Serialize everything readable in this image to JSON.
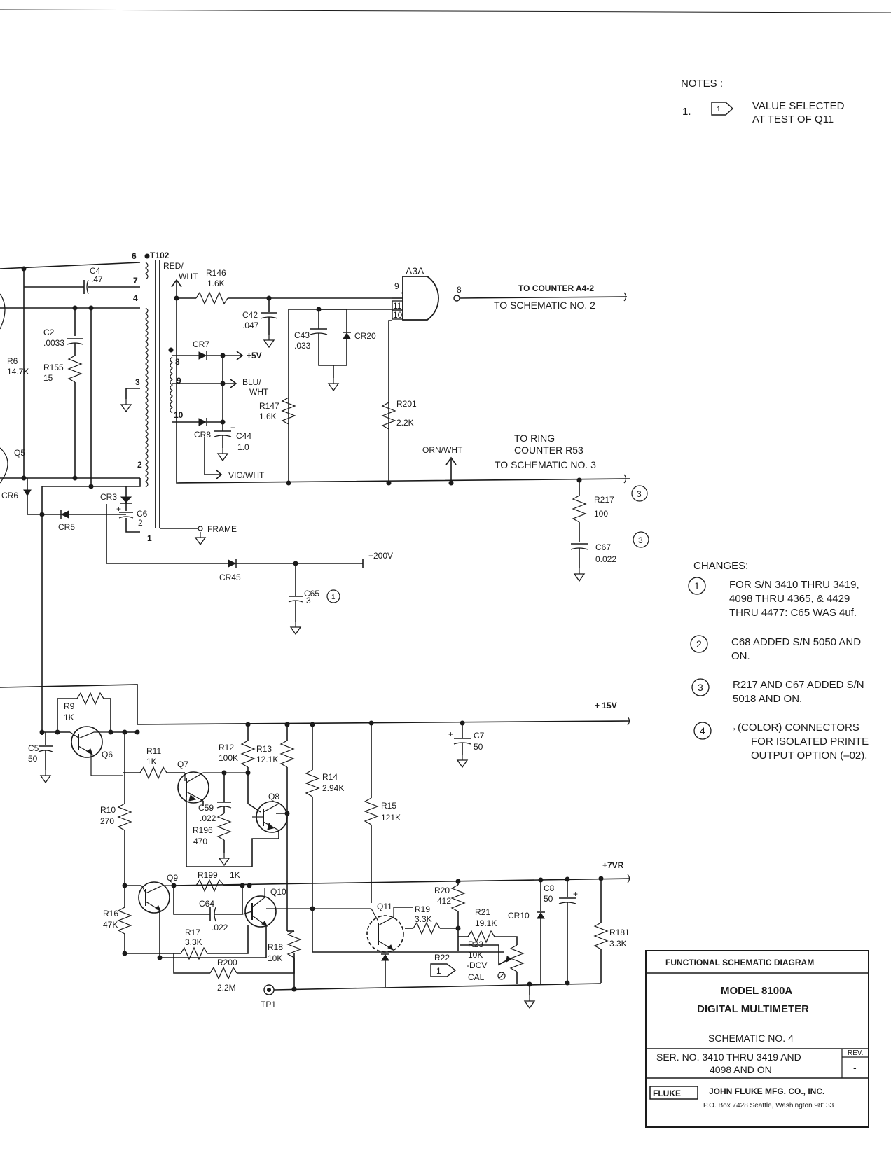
{
  "notes": {
    "heading": "NOTES :",
    "items": [
      {
        "number": "1.",
        "marker": "1",
        "text_line1": "VALUE SELECTED",
        "text_line2": "AT TEST OF Q11"
      }
    ]
  },
  "changes": {
    "heading": "CHANGES:",
    "items": [
      {
        "marker": "1",
        "lines": [
          "FOR S/N 3410 THRU 3419,",
          "4098 THRU 4365, & 4429",
          "THRU 4477:  C65 WAS 4uf."
        ]
      },
      {
        "marker": "2",
        "lines": [
          "C68 ADDED S/N 5050 AND",
          "ON."
        ]
      },
      {
        "marker": "3",
        "lines": [
          "R217 AND C67 ADDED S/N",
          "5018 AND ON."
        ]
      },
      {
        "marker": "4",
        "lines": [
          "→(COLOR) CONNECTORS",
          "FOR ISOLATED PRINTE",
          "OUTPUT OPTION (–02)."
        ]
      }
    ]
  },
  "title_block": {
    "header": "FUNCTIONAL SCHEMATIC DIAGRAM",
    "model": "MODEL 8100A",
    "product": "DIGITAL MULTIMETER",
    "schematic_no": "SCHEMATIC NO. 4",
    "serial_line1": "SER. NO. 3410 THRU 3419 AND",
    "serial_line2": "4098 AND ON",
    "rev_label": "REV.",
    "rev_value": "-",
    "logo": "FLUKE",
    "company": "JOHN FLUKE MFG. CO., INC.",
    "address": "P.O. Box 7428      Seattle, Washington 98133"
  },
  "connections": {
    "counter_line1": "TO COUNTER A4-2",
    "counter_line2": "TO SCHEMATIC NO. 2",
    "ring_line1": "TO RING",
    "ring_line2": "COUNTER R53",
    "ring_line3": "TO SCHEMATIC NO. 3",
    "plus5": "+5V",
    "plus200": "+200V",
    "plus15": "+ 15V",
    "plus7vr": "+7VR",
    "red_wht": "RED/",
    "red_wht2": "WHT",
    "blu_wht": "BLU/",
    "blu_wht2": "WHT",
    "vio_wht": "VIO/WHT",
    "orn_wht": "ORN/WHT",
    "frame": "FRAME",
    "tp1": "TP1"
  },
  "components": {
    "T102": "T102",
    "A3A": "A3A",
    "R146": "R146",
    "R146v": "1.6K",
    "C4": "C4",
    "C4v": ".47",
    "C42": "C42",
    "C42v": ".047",
    "C43": "C43",
    "C43v": ".033",
    "CR20": "CR20",
    "CR7": "CR7",
    "CR8": "CR8",
    "C44": "C44",
    "C44v": "1.0",
    "R147": "R147",
    "R147v": "1.6K",
    "R201": "R201",
    "R201v": "2.2K",
    "R217": "R217",
    "R217v": "100",
    "C67": "C67",
    "C67v": "0.022",
    "C2": "C2",
    "C2v": ".0033",
    "R155": "R155",
    "R155v": "15",
    "R6": "R6",
    "R6v": "14.7K",
    "Q5": "Q5",
    "CR6": "CR6",
    "CR5": "CR5",
    "CR3": "CR3",
    "C6": "C6",
    "C6v": "2",
    "CR45": "CR45",
    "C65": "C65",
    "C65v": "3",
    "R9": "R9",
    "R9v": "1K",
    "C5": "C5",
    "C5v": "50",
    "Q6": "Q6",
    "R11": "R11",
    "R11v": "1K",
    "Q7": "Q7",
    "R12": "R12",
    "R12v": "100K",
    "R13": "R13",
    "R13v": "12.1K",
    "R14": "R14",
    "R14v": "2.94K",
    "C7": "C7",
    "C7v": "50",
    "R10": "R10",
    "R10v": "270",
    "C59": "C59",
    "C59v": ".022",
    "R196": "R196",
    "R196v": "470",
    "Q8": "Q8",
    "R15": "R15",
    "R15v": "121K",
    "Q9": "Q9",
    "R199": "R199",
    "R199v": "1K",
    "Q10": "Q10",
    "C64": "C64",
    "C64v": ".022",
    "R16": "R16",
    "R16v": "47K",
    "R17": "R17",
    "R17v": "3.3K",
    "R200": "R200",
    "R200v": "2.2M",
    "R18": "R18",
    "R18v": "10K",
    "Q11": "Q11",
    "R19": "R19",
    "R19v": "3.3K",
    "R20": "R20",
    "R20v": "412",
    "R21": "R21",
    "R21v": "19.1K",
    "R22": "R22",
    "R23": "R23",
    "R23v": "10K",
    "R23f1": "-DCV",
    "R23f2": "CAL",
    "CR10": "CR10",
    "C8": "C8",
    "C8v": "50",
    "R181": "R181",
    "R181v": "3.3K",
    "pin6": "6",
    "pin7": "7",
    "pin4": "4",
    "pin3": "3",
    "pin2": "2",
    "pin1": "1",
    "pin8": "8",
    "pin9": "9",
    "pin10": "10",
    "g9": "9",
    "g11": "11",
    "g10": "10",
    "g8": "8",
    "plus": "+",
    "mk1": "1",
    "mk3": "3"
  }
}
